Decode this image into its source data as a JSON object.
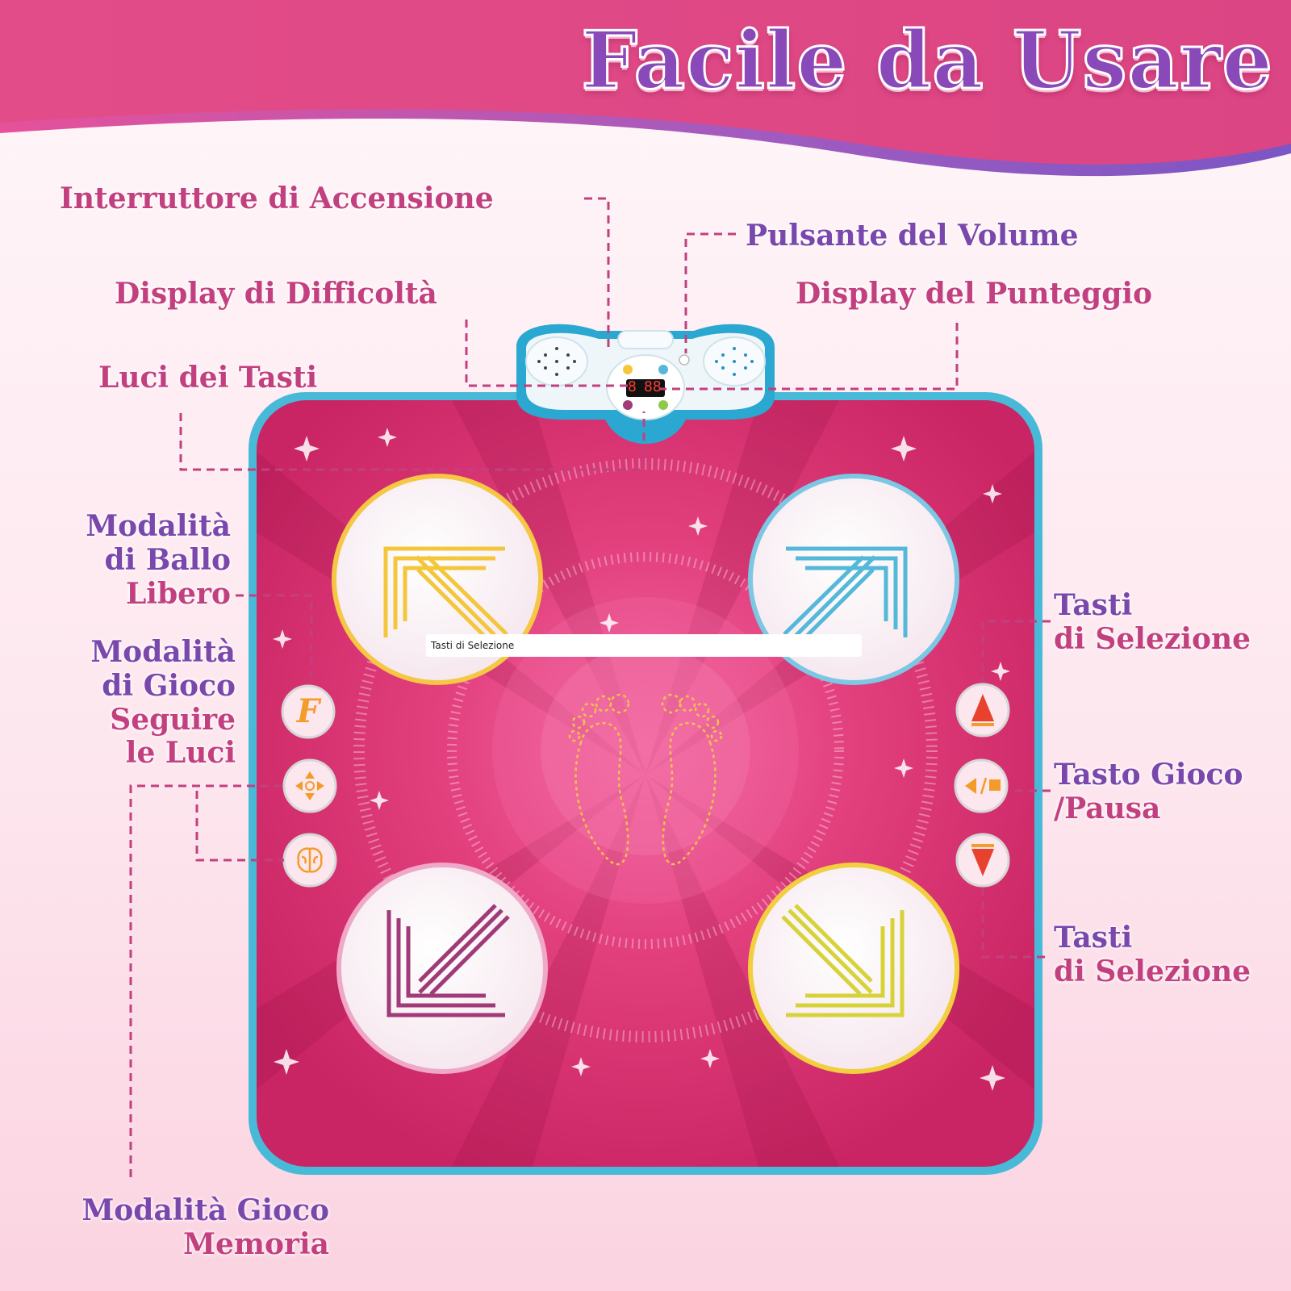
{
  "title": "Facile da Usare",
  "labels": {
    "power_switch": "Interruttore di Accensione",
    "volume_button": "Pulsante del Volume",
    "difficulty_display": "Display di Difficoltà",
    "score_display": "Display del Punteggio",
    "key_lights": "Luci dei Tasti",
    "free_dance_mode": [
      "Modalità",
      "di Ballo",
      "Libero"
    ],
    "follow_lights_mode": [
      "Modalità",
      "di Gioco",
      "Seguire",
      "le Luci"
    ],
    "memory_mode": [
      "Modalità Gioco",
      "Memoria"
    ],
    "selection_keys_top": [
      "Tasti",
      "di Selezione"
    ],
    "play_pause": [
      "Tasto Gioco",
      "/Pausa"
    ],
    "selection_keys_bottom": [
      "Tasti",
      "di Selezione"
    ]
  },
  "text_box": "Tasti di Selezione",
  "console": {
    "difficulty_digit": "8",
    "score_digits": "88"
  },
  "icons": {
    "free_dance": "f-logo-icon",
    "follow_lights": "dpad-icon",
    "memory": "brain-icon",
    "up": "triangle-up-icon",
    "play_pause": "play-pause-icon",
    "down": "triangle-down-icon"
  },
  "colors": {
    "banner": "#df4a86",
    "mat": "#d82e6c",
    "mat_border": "#49b9d8",
    "label_pink": "#c2407f",
    "label_purple": "#7a47ad",
    "arrow_yellow": "#f4c63c",
    "arrow_blue": "#54b8d9",
    "arrow_purple": "#a03a78",
    "arrow_lime": "#d8d23a"
  }
}
